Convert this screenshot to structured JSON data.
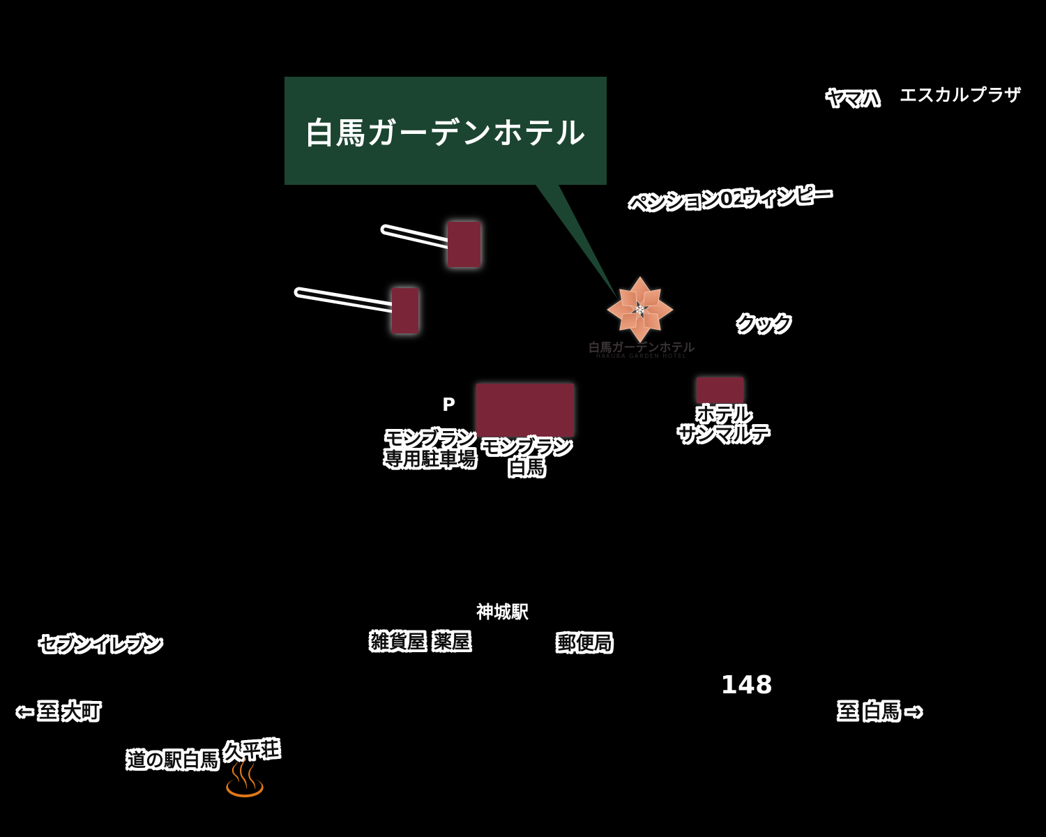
{
  "map": {
    "title": "白馬ガーデンホテル",
    "logo": {
      "jp": "白馬ガーデンホテル",
      "en": "HAKUBA GARDEN HOTEL"
    },
    "labels": {
      "yamaha": "ヤマハ",
      "escal_plaza": "エスカルプラザ",
      "pension_02": "ペンション02",
      "winpy": "ウィンピー",
      "cook": "クック",
      "hotel_sanmarute": {
        "line1": "ホテル",
        "line2": "サンマルテ"
      },
      "parking_p": "P",
      "montblanc_parking": {
        "line1": "モンブラン",
        "line2": "専用駐車場"
      },
      "montblanc_hakuba": {
        "line1": "モンブラン",
        "line2": "白馬"
      },
      "kamishiro_station": "神城駅",
      "seven_eleven": "セブンイレブン",
      "general_store": "雑貨屋",
      "drug_store": "薬屋",
      "post_office": "郵便局",
      "route_number": "148",
      "to_omachi": "← 至 大町",
      "to_hakuba": "至 白馬 →",
      "michi_no_eki_hakuba": "道の駅白馬",
      "kyuheiso": "久平荘"
    },
    "icons": {
      "onsen": "♨",
      "snowflake_center": "❄"
    },
    "colors": {
      "background": "#000000",
      "callout_green": "#1c4531",
      "building_maroon": "#7a2638",
      "snowflake_copper": "#e2906e",
      "onsen_orange": "#e07818"
    }
  }
}
